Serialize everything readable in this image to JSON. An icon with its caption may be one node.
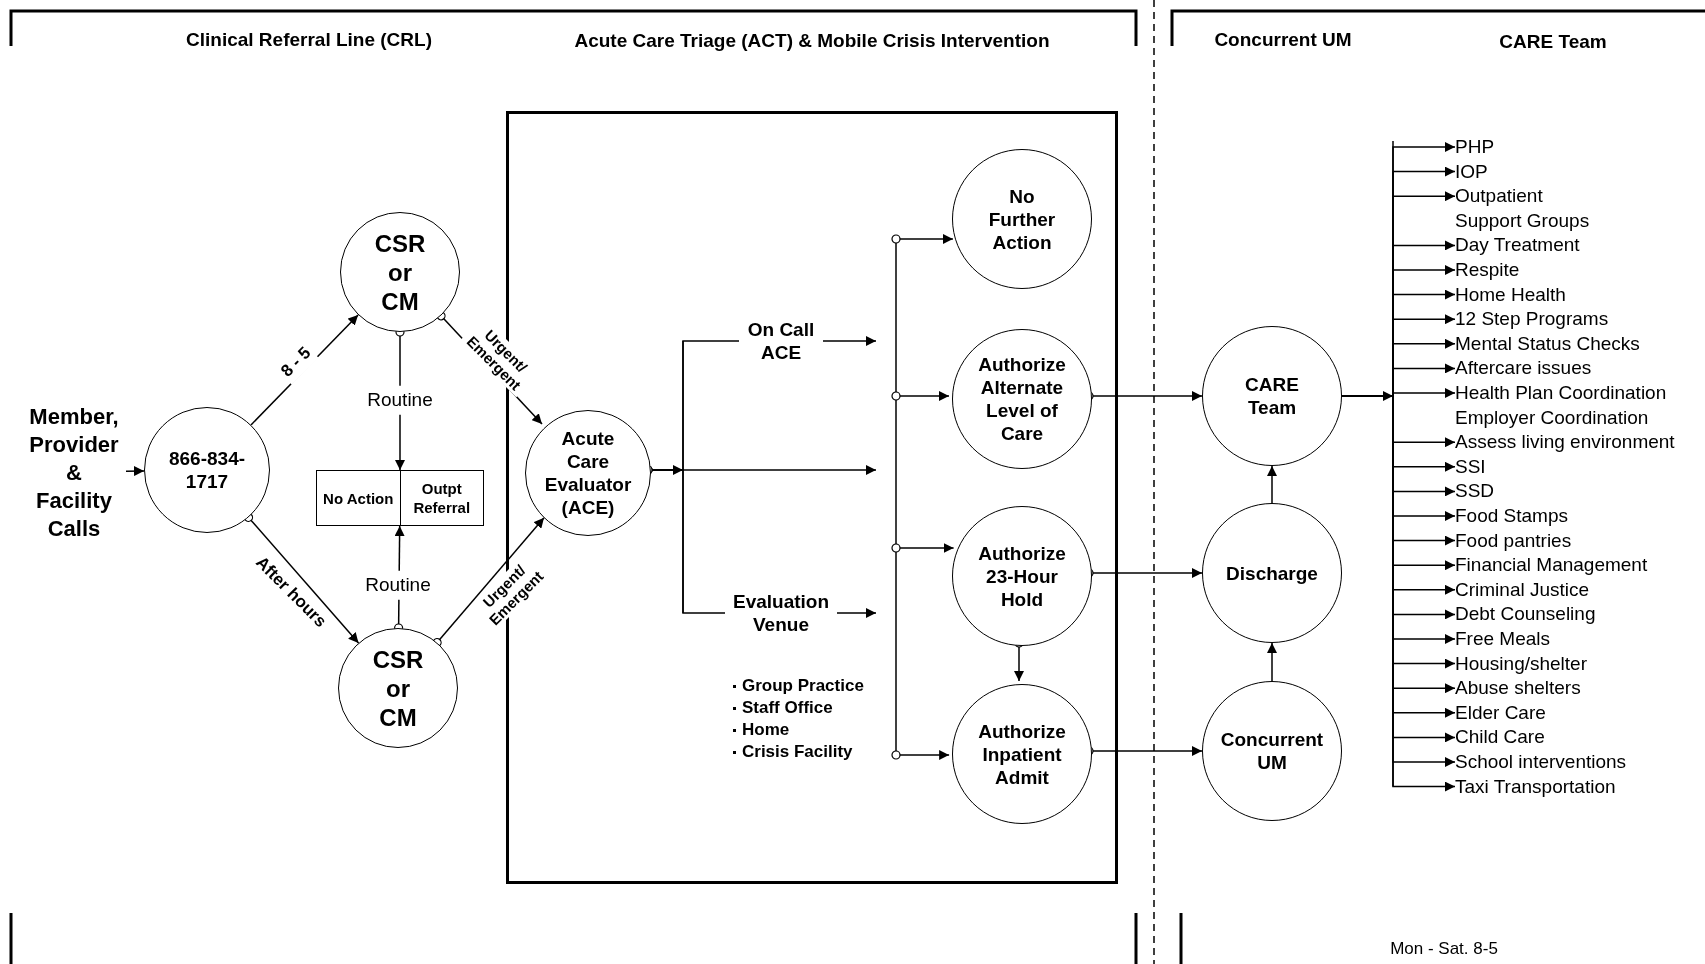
{
  "diagram": {
    "nodes": [
      {
        "text": [
          "Member, Provider & Facility Calls"
        ]
      },
      {
        "text": [
          "866-834-1717"
        ]
      },
      {
        "text": [
          "CSR or CM"
        ]
      },
      {
        "text": [
          "CSR or CM"
        ]
      },
      {
        "text": [
          "No Action",
          "Outpt Referral"
        ]
      },
      {
        "text": [],
        "shape": "box"
      },
      {
        "text": [
          "Acute Care Evaluator (ACE)"
        ],
        "in": 5
      },
      {
        "text": [
          "No Further Action"
        ],
        "in": 5
      },
      {
        "text": [
          "Authorize Alternate Level of Care"
        ],
        "in": 5
      },
      {
        "text": [
          "Authorize 23-Hour Hold"
        ],
        "in": 5
      },
      {
        "text": [
          "Authorize Inpatient Admit"
        ],
        "in": 5
      },
      {
        "text": [
          "CARE Team"
        ]
      },
      {
        "text": [
          "Discharge"
        ]
      },
      {
        "text": [
          "Concurrent UM"
        ]
      },
      {
        "text": [
          "PHP"
        ]
      },
      {
        "text": [
          "IOP"
        ]
      },
      {
        "text": [
          "Outpatient"
        ]
      },
      {
        "text": [
          "Day Treatment"
        ]
      },
      {
        "text": [
          "Respite"
        ]
      },
      {
        "text": [
          "Home Health"
        ]
      },
      {
        "text": [
          "12 Step Programs"
        ]
      },
      {
        "text": [
          "Mental Status Checks"
        ]
      },
      {
        "text": [
          "Aftercare issues"
        ]
      },
      {
        "text": [
          "Health Plan Coordination"
        ]
      },
      {
        "text": [
          "Assess living environment"
        ]
      },
      {
        "text": [
          "SSI"
        ]
      },
      {
        "text": [
          "SSD"
        ]
      },
      {
        "text": [
          "Food Stamps"
        ]
      },
      {
        "text": [
          "Food pantries"
        ]
      },
      {
        "text": [
          "Financial Management"
        ]
      },
      {
        "text": [
          "Criminal Justice"
        ]
      },
      {
        "text": [
          "Debt Counseling"
        ]
      },
      {
        "text": [
          "Free Meals"
        ]
      },
      {
        "text": [
          "Housing/shelter"
        ]
      },
      {
        "text": [
          "Abuse shelters"
        ]
      },
      {
        "text": [
          "Elder Care"
        ]
      },
      {
        "text": [
          "Child Care"
        ]
      },
      {
        "text": [
          "School interventions"
        ]
      },
      {
        "text": [
          "Taxi Transportation"
        ]
      }
    ],
    "edges": [
      {
        "from": 0,
        "to": 1,
        "arrow": "to"
      },
      {
        "from": 1,
        "to": 2,
        "arrow": "to",
        "label": "8 - 5"
      },
      {
        "from": 1,
        "to": 3,
        "arrow": "to",
        "label": "After hours"
      },
      {
        "from": 2,
        "to": 4,
        "arrow": "to",
        "label": "Routine"
      },
      {
        "from": 3,
        "to": 4,
        "arrow": "to",
        "label": "Routine"
      },
      {
        "from": 2,
        "to": 6,
        "arrow": "to",
        "label": "Urgent/ Emergent"
      },
      {
        "from": 3,
        "to": 6,
        "arrow": "to",
        "label": "Urgent/ Emergent"
      },
      {
        "from": 6,
        "to": null,
        "arrow": "to",
        "label": "On Call ACE"
      },
      {
        "from": 6,
        "to": null,
        "arrow": "to"
      },
      {
        "from": 6,
        "to": null,
        "arrow": "to",
        "label": "Evaluation Venue"
      },
      {
        "from": null,
        "to": 7,
        "arrow": "to"
      },
      {
        "from": null,
        "to": 8,
        "arrow": "to"
      },
      {
        "from": null,
        "to": 9,
        "arrow": "to"
      },
      {
        "from": null,
        "to": 10,
        "arrow": "to"
      },
      {
        "from": 9,
        "to": 10,
        "arrow": "to"
      },
      {
        "from": 8,
        "to": 11,
        "arrow": "to"
      },
      {
        "from": 9,
        "to": 12,
        "arrow": "to"
      },
      {
        "from": 10,
        "to": 13,
        "arrow": "to"
      },
      {
        "from": 12,
        "to": 11,
        "arrow": "to"
      },
      {
        "from": 13,
        "to": 12,
        "arrow": "to"
      },
      {
        "from": 11,
        "to": 14,
        "arrow": "to"
      },
      {
        "from": 11,
        "to": 15,
        "arrow": "to"
      },
      {
        "from": 11,
        "to": 16,
        "arrow": "to"
      },
      {
        "from": 11,
        "to": 17,
        "arrow": "to"
      },
      {
        "from": 11,
        "to": 18,
        "arrow": "to"
      },
      {
        "from": 11,
        "to": 19,
        "arrow": "to"
      },
      {
        "from": 11,
        "to": 20,
        "arrow": "to"
      },
      {
        "from": 11,
        "to": 21,
        "arrow": "to"
      },
      {
        "from": 11,
        "to": 22,
        "arrow": "to"
      },
      {
        "from": 11,
        "to": 23,
        "arrow": "to"
      },
      {
        "from": 11,
        "to": 24,
        "arrow": "to"
      },
      {
        "from": 11,
        "to": 25,
        "arrow": "to"
      },
      {
        "from": 11,
        "to": 26,
        "arrow": "to"
      },
      {
        "from": 11,
        "to": 27,
        "arrow": "to"
      },
      {
        "from": 11,
        "to": 28,
        "arrow": "to"
      },
      {
        "from": 11,
        "to": 29,
        "arrow": "to"
      },
      {
        "from": 11,
        "to": 30,
        "arrow": "to"
      },
      {
        "from": 11,
        "to": 31,
        "arrow": "to"
      },
      {
        "from": 11,
        "to": 32,
        "arrow": "to"
      },
      {
        "from": 11,
        "to": 33,
        "arrow": "to"
      },
      {
        "from": 11,
        "to": 34,
        "arrow": "to"
      },
      {
        "from": 11,
        "to": 35,
        "arrow": "to"
      },
      {
        "from": 11,
        "to": 36,
        "arrow": "to"
      },
      {
        "from": 11,
        "to": 37,
        "arrow": "to"
      },
      {
        "from": 11,
        "to": 38,
        "arrow": "to"
      }
    ],
    "labels": [
      "Clinical Referral Line (CRL)",
      "Acute Care Triage (ACT) & Mobile Crisis Intervention",
      "Concurrent UM",
      "CARE Team",
      "Support Groups",
      "Employer Coordination",
      "Group Practice",
      "Staff Office",
      "Home",
      "Crisis Facility",
      "Mon - Sat. 8-5"
    ]
  }
}
